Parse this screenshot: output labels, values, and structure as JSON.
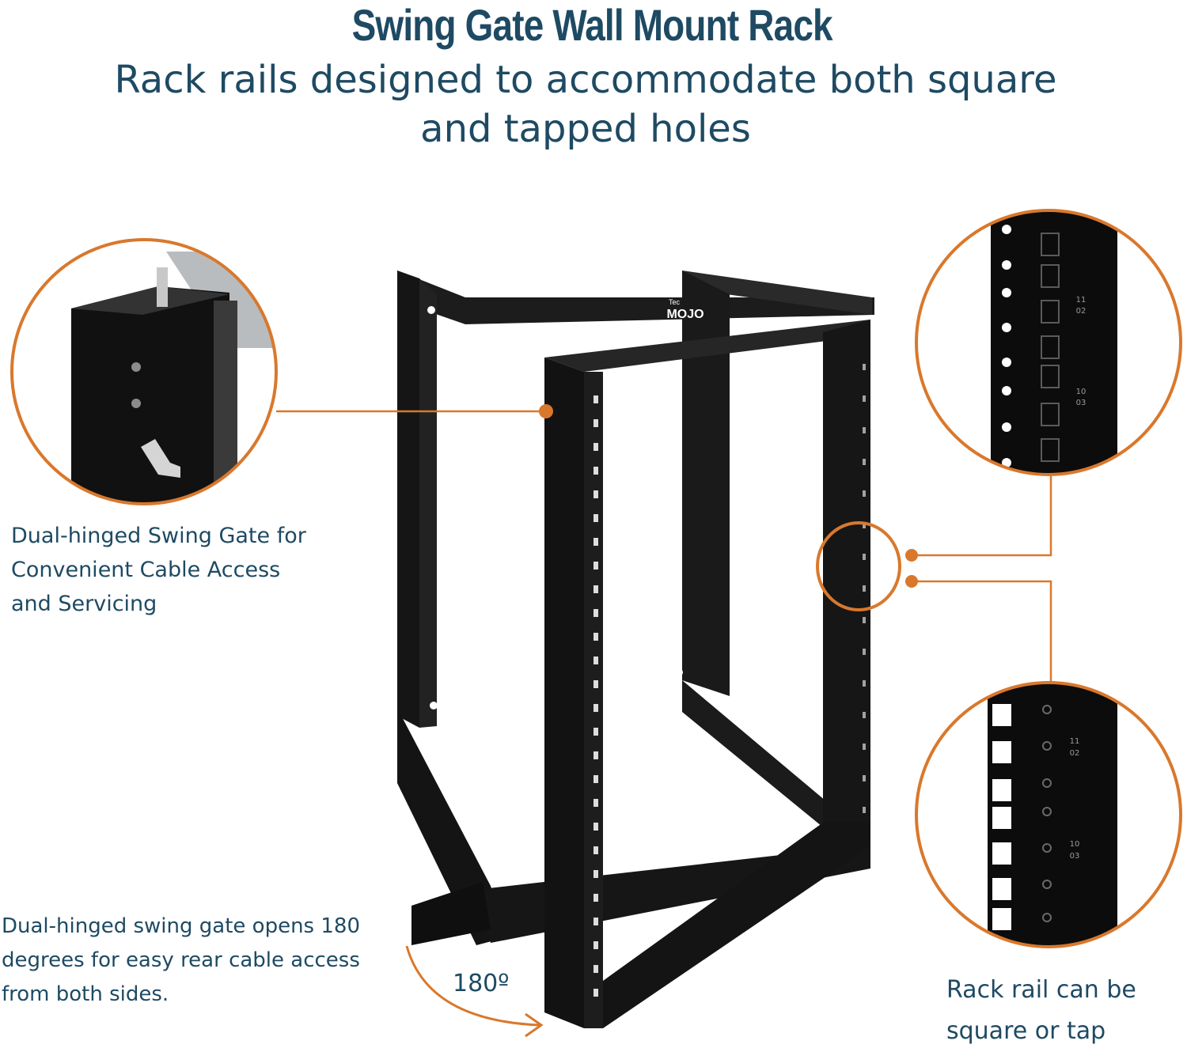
{
  "header": {
    "title": "Swing Gate Wall Mount Rack",
    "subtitle_line1": "Rack rails designed to accommodate both square",
    "subtitle_line2": "and tapped holes"
  },
  "callouts": {
    "hinge_line1": "Dual-hinged Swing Gate for",
    "hinge_line2": "Convenient Cable Access",
    "hinge_line3": "and Servicing",
    "swing_line1": "Dual-hinged swing gate opens 180",
    "swing_line2": "degrees for easy rear cable access",
    "swing_line3": "from both sides.",
    "rail_line1": "Rack rail can be",
    "rail_line2": "square or tap",
    "angle": "180º"
  },
  "logo": {
    "top": "Tec",
    "main": "MOJO"
  },
  "rail_markings": {
    "upper": "11\n02",
    "lower": "10\n03"
  },
  "colors": {
    "accent": "#d9782c",
    "text": "#1e4a63",
    "frame": "#141414"
  }
}
